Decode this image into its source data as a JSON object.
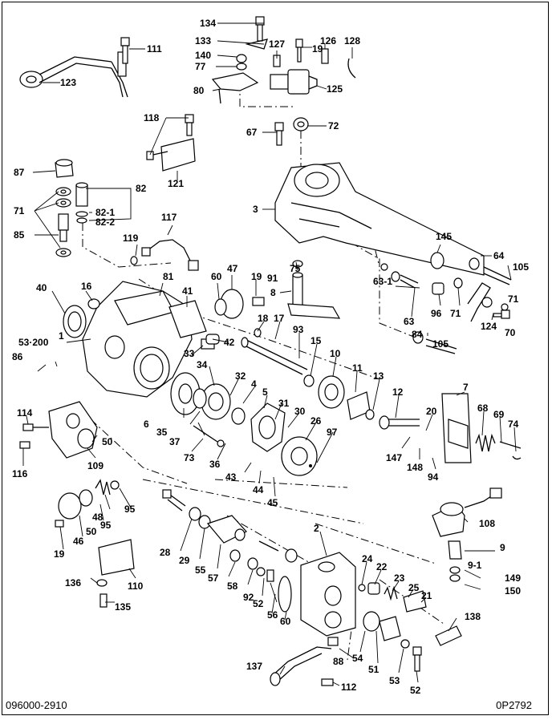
{
  "footer": {
    "left": "096000-2910",
    "right": "0P2792"
  },
  "callouts": [
    "134",
    "133",
    "140",
    "77",
    "80",
    "111",
    "123",
    "127",
    "19",
    "126",
    "128",
    "125",
    "118",
    "121",
    "67",
    "72",
    "87",
    "71",
    "82",
    "82-1",
    "82-2",
    "85",
    "117",
    "119",
    "3",
    "145",
    "64",
    "105",
    "75",
    "91",
    "63-1",
    "63",
    "96",
    "71",
    "124",
    "70",
    "71",
    "81",
    "40",
    "16",
    "47",
    "60",
    "19",
    "8",
    "41",
    "42",
    "18",
    "17",
    "33",
    "93",
    "15",
    "10",
    "11",
    "13",
    "12",
    "7",
    "68",
    "69",
    "74",
    "84",
    "105",
    "1",
    "53·200",
    "86",
    "34",
    "32",
    "4",
    "6",
    "35",
    "37",
    "5",
    "31",
    "30",
    "26",
    "97",
    "20",
    "147",
    "148",
    "94",
    "114",
    "116",
    "50",
    "109",
    "73",
    "36",
    "43",
    "44",
    "45",
    "108",
    "9",
    "9-1",
    "149",
    "150",
    "19",
    "46",
    "50",
    "95",
    "48",
    "95",
    "28",
    "29",
    "55",
    "2",
    "57",
    "58",
    "92",
    "52",
    "56",
    "60",
    "24",
    "22",
    "23",
    "25",
    "21",
    "136",
    "110",
    "135",
    "138",
    "137",
    "88",
    "54",
    "51",
    "53",
    "52",
    "112"
  ]
}
